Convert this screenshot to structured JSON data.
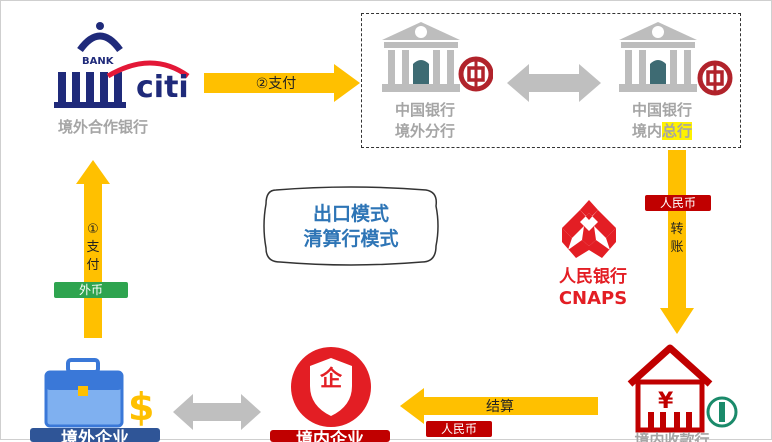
{
  "citi": {
    "bank_text": "BANK",
    "citi_text": "citi",
    "label": "境外合作银行"
  },
  "boc_overseas": {
    "line1": "中国银行",
    "line2": "境外分行"
  },
  "boc_domestic": {
    "line1": "中国银行",
    "line2_a": "境内",
    "line2_b": "总行"
  },
  "arrow_pay2": {
    "label": "②支付"
  },
  "arrow_pay1": {
    "label1": "①",
    "label2": "支",
    "label3": "付",
    "tag": "外币"
  },
  "center_box": {
    "line1": "出口模式",
    "line2": "清算行模式"
  },
  "pboc": {
    "line1": "人民银行",
    "line2": "CNAPS"
  },
  "arrow_transfer": {
    "tag": "人民币",
    "label1": "转",
    "label2": "账"
  },
  "arrow_settle": {
    "label": "结算",
    "tag": "人民币"
  },
  "overseas_company": {
    "label": "境外企业"
  },
  "domestic_company": {
    "icon_char": "企",
    "label": "境内企业"
  },
  "domestic_bank": {
    "label": "境内收款行"
  },
  "colors": {
    "arrow_yellow": "#ffc000",
    "citi_blue": "#1f2a7a",
    "citi_red": "#e31837",
    "boc_red": "#b1232b",
    "tag_green": "#2ea44f",
    "tag_red": "#c00000",
    "center_blue": "#2e75b6",
    "gray_text": "#a5a5a5"
  }
}
